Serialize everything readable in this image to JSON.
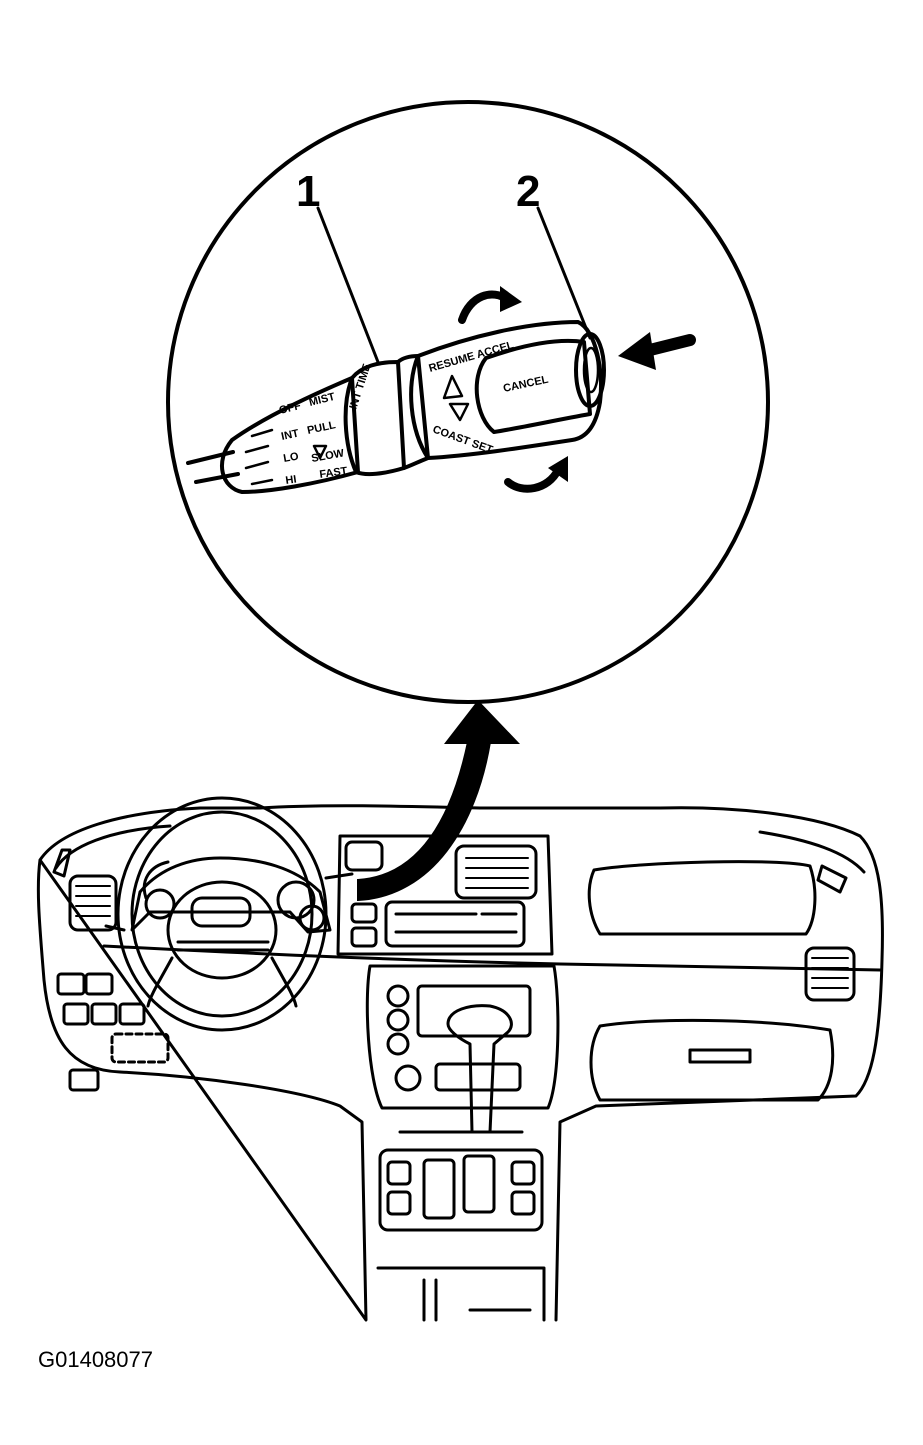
{
  "callouts": {
    "one": "1",
    "two": "2"
  },
  "lever": {
    "off": "OFF",
    "mist": "MIST",
    "int": "INT",
    "lo": "LO",
    "hi": "HI",
    "pull": "PULL",
    "int_time": "INT TIME",
    "resume_accel": "RESUME ACCEL",
    "coast_set": "COAST SET",
    "cancel": "CANCEL",
    "slow": "SLOW",
    "fast": "FAST"
  },
  "figure_code": "G01408077",
  "colors": {
    "ink": "#000000",
    "paper": "#ffffff"
  }
}
